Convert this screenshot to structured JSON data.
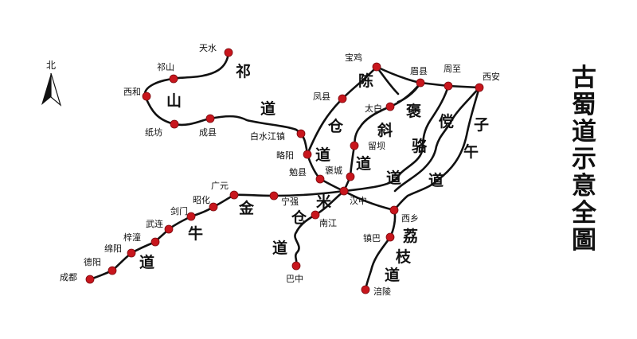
{
  "title": [
    "古",
    "蜀",
    "道",
    "示",
    "意",
    "全",
    "圖"
  ],
  "compass": {
    "label": "北",
    "icon": "north-arrow-icon"
  },
  "colors": {
    "road": "#111111",
    "city": "#c8161d",
    "background": "#ffffff"
  },
  "cities": {
    "tianshui": "天水",
    "qishan": "祁山",
    "xihe": "西和",
    "zhifang": "纸坊",
    "chengxian": "成县",
    "baishuijiang": "白水江镇",
    "lueyang": "略阳",
    "mianxian": "勉县",
    "fengxian": "凤县",
    "baoji": "宝鸡",
    "taibai": "太白",
    "meixian": "眉县",
    "zhouzhi": "周至",
    "xian": "西安",
    "liuba": "留坝",
    "baocheng": "褒城",
    "hanzhong": "汉中",
    "nanjiang": "南江",
    "bazhong": "巴中",
    "zhenba": "镇巴",
    "xixiang": "西乡",
    "fuling": "涪陵",
    "ningqiang": "宁强",
    "guangyuan": "广元",
    "zhaohua": "昭化",
    "jianmen": "剑门",
    "wulian": "武连",
    "zitong": "梓潼",
    "mianyang": "绵阳",
    "deyang": "德阳",
    "chengdu": "成都"
  },
  "road_chars": {
    "qishan_road": [
      "祁",
      "山",
      "道"
    ],
    "chencang_road": [
      "陈",
      "仓",
      "道"
    ],
    "baoxie_road": [
      "褒",
      "斜",
      "道"
    ],
    "tangluo_road": [
      "傥",
      "骆",
      "道"
    ],
    "ziwu_road": [
      "子",
      "午",
      "道"
    ],
    "jinniu_road": [
      "金",
      "牛",
      "道"
    ],
    "micang_road": [
      "米",
      "仓",
      "道"
    ],
    "lizhi_road": [
      "荔",
      "枝",
      "道"
    ]
  }
}
